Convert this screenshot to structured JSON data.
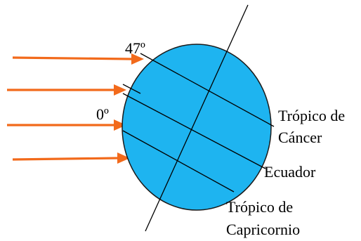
{
  "labels": {
    "angle_47": "47º",
    "angle_0": "0º",
    "tropic_cancer_line1": "Trópico de",
    "tropic_cancer_line2": "Cáncer",
    "equator": "Ecuador",
    "tropic_capricorn_line1": "Trópico de",
    "tropic_capricorn_line2": "Capricornio"
  },
  "colors": {
    "globe_fill": "#1EB4F0",
    "globe_stroke": "#1a1a1a",
    "arrow_color": "#F26A1B",
    "line_color": "#000000",
    "text_color": "#000000"
  }
}
